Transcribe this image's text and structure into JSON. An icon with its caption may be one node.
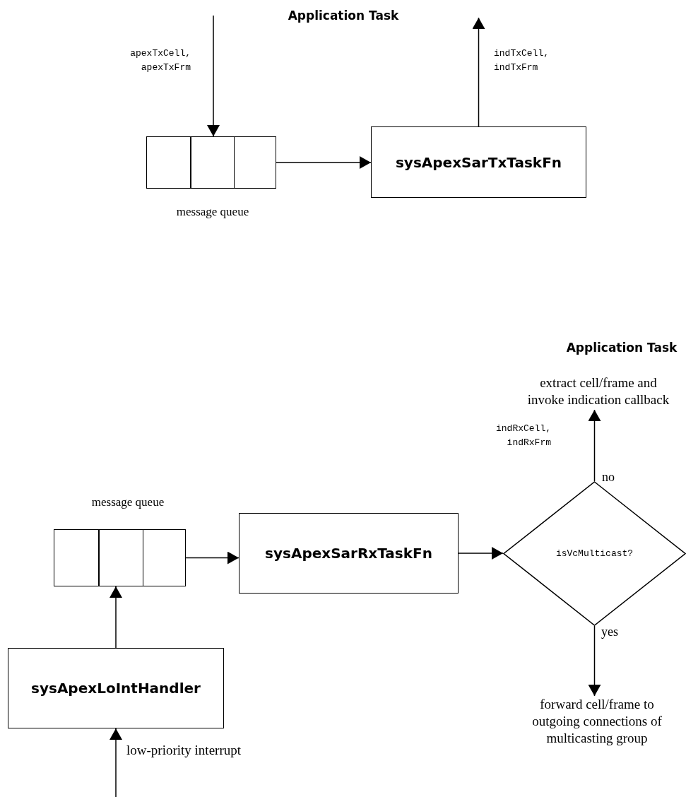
{
  "diagram": {
    "nodes": [
      {
        "text": [],
        "shape": "box",
        "beside": [
          "message queue"
        ]
      },
      {
        "text": [
          "sysApexSarTxTaskFn"
        ]
      },
      {
        "text": [],
        "shape": "box",
        "beside": [
          "message queue"
        ]
      },
      {
        "text": [
          "sysApexSarRxTaskFn"
        ]
      },
      {
        "text": [
          "isVcMulticast?"
        ],
        "beside": [
          "no"
        ]
      },
      {
        "text": [
          "sysApexLoIntHandler"
        ]
      },
      {
        "text": [
          "extract cell/frame and invoke indication callback"
        ]
      },
      {
        "text": [
          "forward cell/frame to outgoing connections of multicasting group"
        ]
      }
    ],
    "edges": [
      {
        "from": null,
        "to": 0,
        "arrow": "to",
        "label": "apexTxCell, apexTxFrm"
      },
      {
        "from": 0,
        "to": 1,
        "arrow": "to"
      },
      {
        "from": 1,
        "to": null,
        "arrow": "to",
        "label": "indTxCell, indTxFrm"
      },
      {
        "from": 2,
        "to": 3,
        "arrow": "to"
      },
      {
        "from": 3,
        "to": 4,
        "arrow": "to"
      },
      {
        "from": 4,
        "to": 6,
        "arrow": "to",
        "label": "indRxCell, indRxFrm"
      },
      {
        "from": 4,
        "to": 7,
        "arrow": "to",
        "label": "yes"
      },
      {
        "from": 5,
        "to": 2,
        "arrow": "to"
      },
      {
        "from": null,
        "to": 5,
        "arrow": "to",
        "label": "low-priority interrupt"
      }
    ],
    "labels": [
      "Application Task",
      "Application Task"
    ]
  }
}
